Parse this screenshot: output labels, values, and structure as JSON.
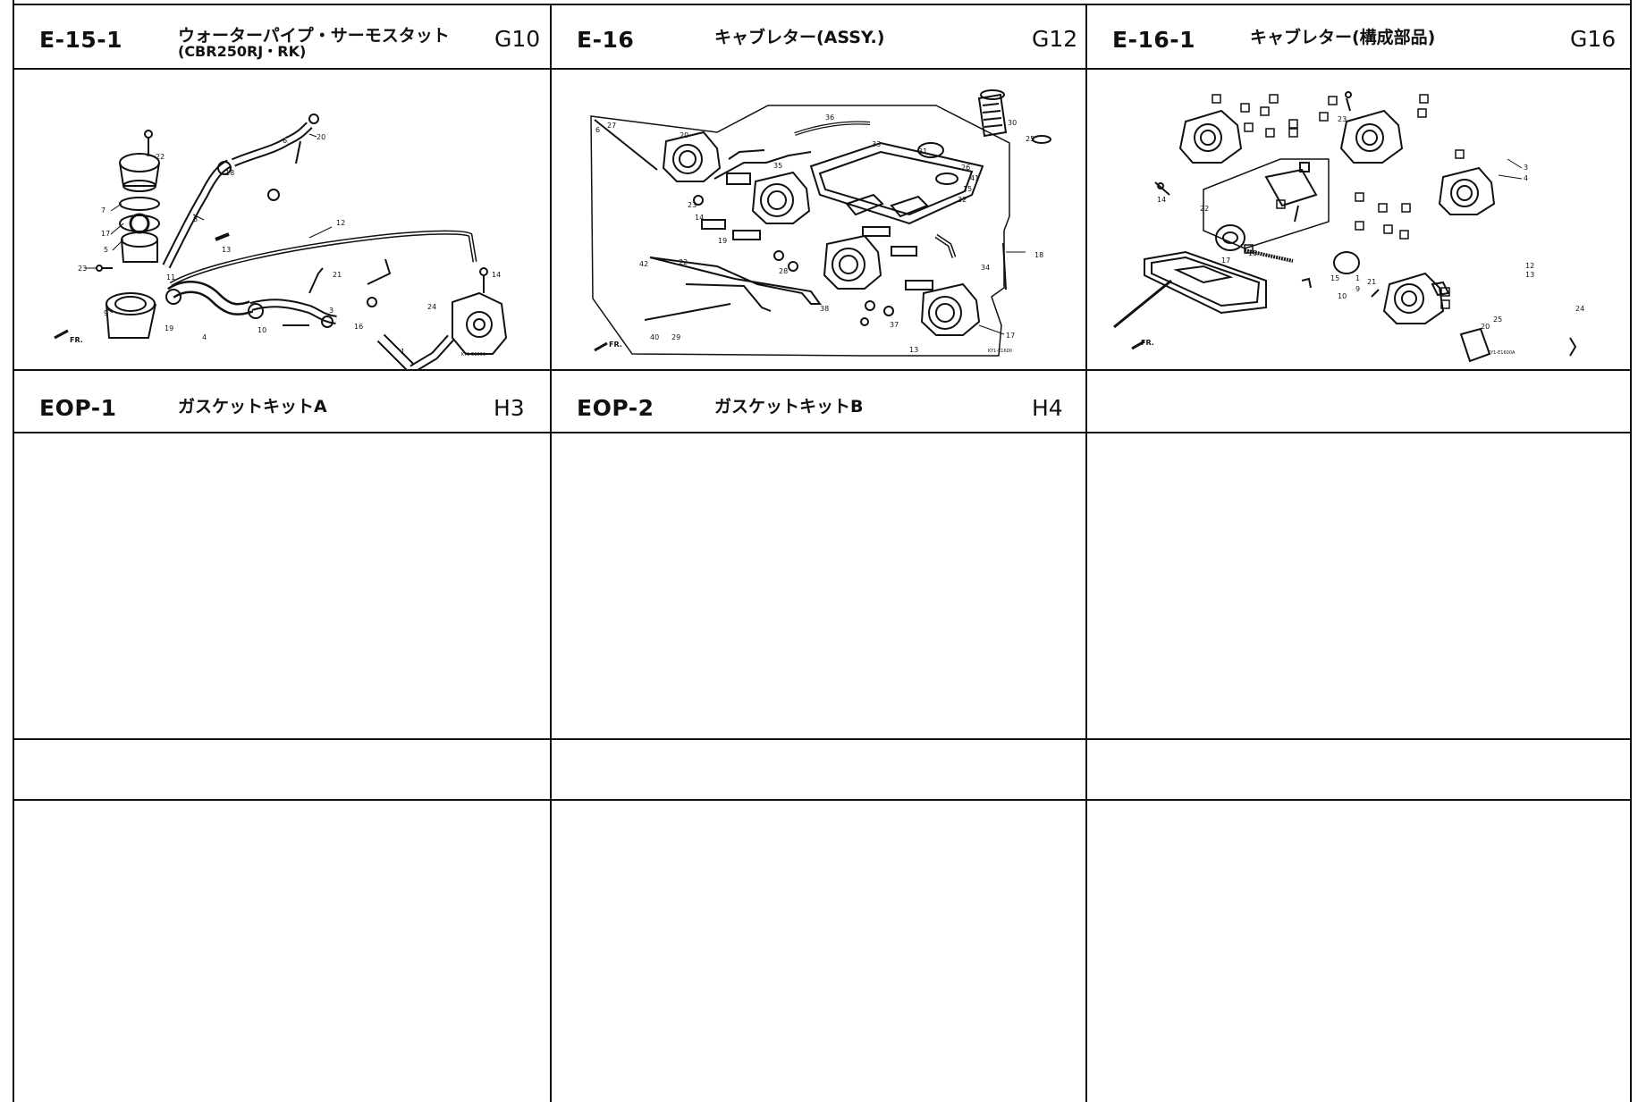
{
  "panels": [
    {
      "code": "E-15-1",
      "title": "ウォーターパイプ・サーモスタット",
      "subtitle": "(CBR250RJ・RK)",
      "page": "G10",
      "diagram": "water-pipe-thermostat-diagram",
      "ref": "KY1-E1001"
    },
    {
      "code": "E-16",
      "title": "キャブレター(ASSY.)",
      "subtitle": "",
      "page": "G12",
      "diagram": "carburetor-assy-diagram",
      "ref": "KY1-E1600"
    },
    {
      "code": "E-16-1",
      "title": "キャブレター(構成部品)",
      "subtitle": "",
      "page": "G16",
      "diagram": "carburetor-components-diagram",
      "ref": "KY1-E1600A"
    },
    {
      "code": "EOP-1",
      "title": "ガスケットキットA",
      "subtitle": "",
      "page": "H3"
    },
    {
      "code": "EOP-2",
      "title": "ガスケットキットB",
      "subtitle": "",
      "page": "H4"
    },
    {
      "code": "",
      "title": "",
      "subtitle": "",
      "page": ""
    }
  ],
  "diagram_labels": {
    "p1": [
      "20",
      "6",
      "22",
      "18",
      "7",
      "8",
      "17",
      "5",
      "13",
      "12",
      "23",
      "11",
      "9",
      "10",
      "19",
      "4",
      "3",
      "21",
      "16",
      "24",
      "14",
      "1",
      "FR."
    ],
    "p2": [
      "6",
      "27",
      "20",
      "36",
      "33",
      "31",
      "30",
      "26",
      "25",
      "41",
      "15",
      "32",
      "35",
      "23",
      "14",
      "19",
      "42",
      "22",
      "28",
      "40",
      "29",
      "38",
      "37",
      "34",
      "18",
      "17",
      "13",
      "FR."
    ],
    "p3": [
      "14",
      "23",
      "3",
      "4",
      "16",
      "22",
      "17",
      "15",
      "10",
      "9",
      "21",
      "1",
      "12",
      "13",
      "20",
      "25",
      "24",
      "FR."
    ]
  }
}
